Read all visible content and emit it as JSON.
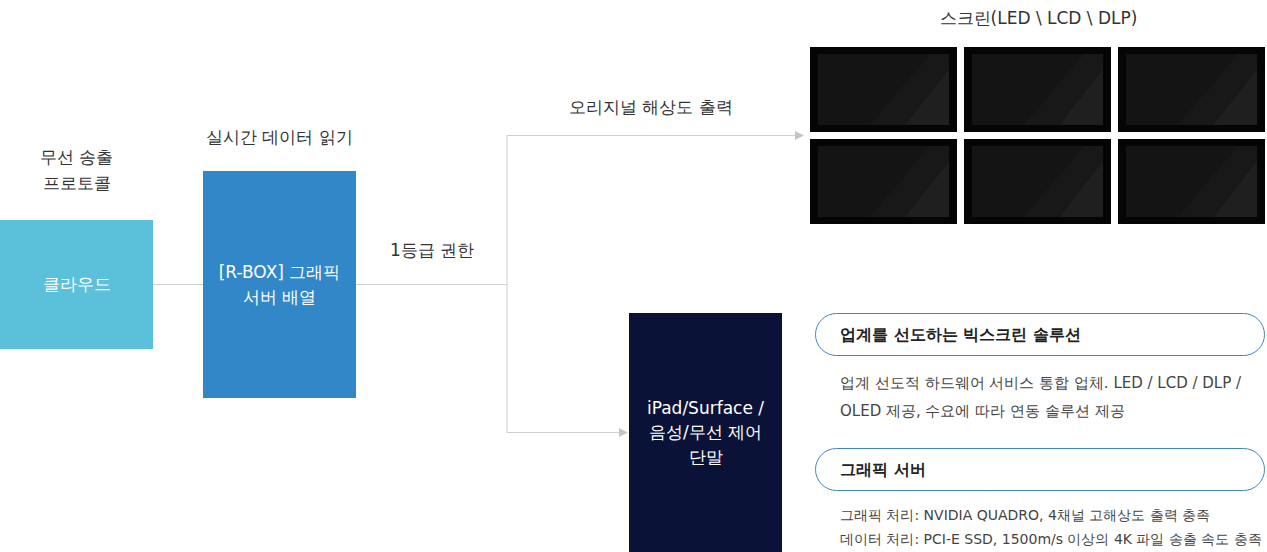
{
  "diagram": {
    "nodes": [
      {
        "text": [
          "무선 송출 프로토콜",
          "클라우드"
        ]
      },
      {
        "text": [
          "실시간 데이터 읽기",
          "[R-BOX] 그래픽 서버 배열"
        ]
      },
      {
        "text": [
          "스크린(LED \\ LCD \\ DLP)"
        ]
      },
      {
        "text": [
          "iPad/Surface /음성/무선 제어 단말"
        ]
      },
      {
        "text": [
          "업계를 선도하는 빅스크린 솔루션"
        ]
      },
      {
        "text": [
          "그래픽 서버"
        ]
      }
    ],
    "edges": [
      {
        "from": 0,
        "to": 1,
        "arrow": "none"
      },
      {
        "from": 1,
        "to": 2,
        "arrow": "to",
        "label": "오리지널 해상도 출력"
      },
      {
        "from": 1,
        "to": 3,
        "arrow": "to",
        "label": "1등급 권한"
      }
    ],
    "labels": [
      "업계 선도적 하드웨어 서비스 통합 업체. LED / LCD / DLP / OLED 제공, 수요에 따라 연동 솔루션 제공",
      "그래픽 처리: NVIDIA QUADRO, 4채널 고해상도 출력 충족",
      "데이터 처리: PCI-E SSD, 1500m/s 이상의 4K 파일 송출 속도 충족"
    ]
  }
}
